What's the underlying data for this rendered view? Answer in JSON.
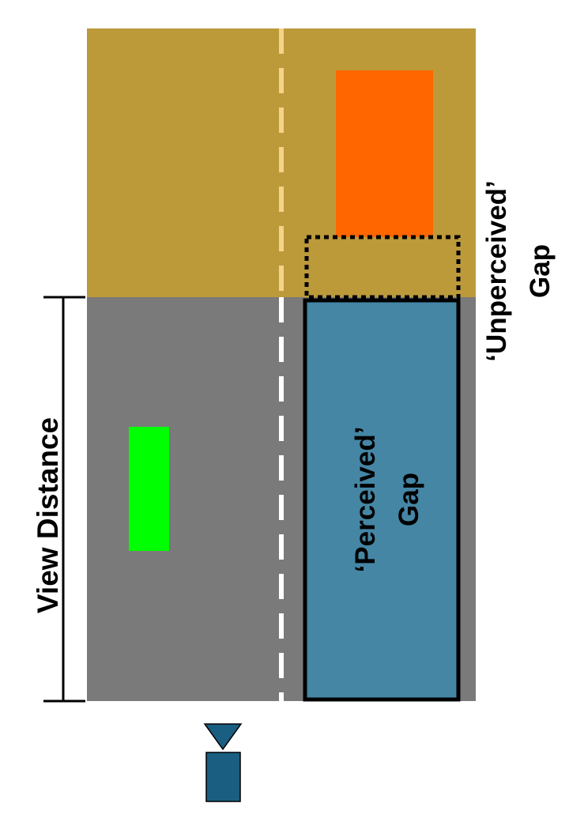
{
  "labels": {
    "view_distance": "View Distance",
    "perceived_line1": "‘Perceived’",
    "perceived_line2": "Gap",
    "unperceived_line1": "‘Unperceived’",
    "unperceived_line2": "Gap"
  },
  "colors": {
    "far_road": "#BC9A3A",
    "near_road": "#7A7A7A",
    "lane_marking": "#FFFFFF",
    "lane_marking_far": "#F4D48A",
    "orange_vehicle": "#FF6600",
    "green_vehicle": "#00FF00",
    "perceived_gap_fill": "#4586A5",
    "outline": "#000000",
    "ego_vehicle": "#1A5F82"
  },
  "icons": {
    "ego_vehicle": "car-icon",
    "view_direction": "triangle-down-icon"
  }
}
